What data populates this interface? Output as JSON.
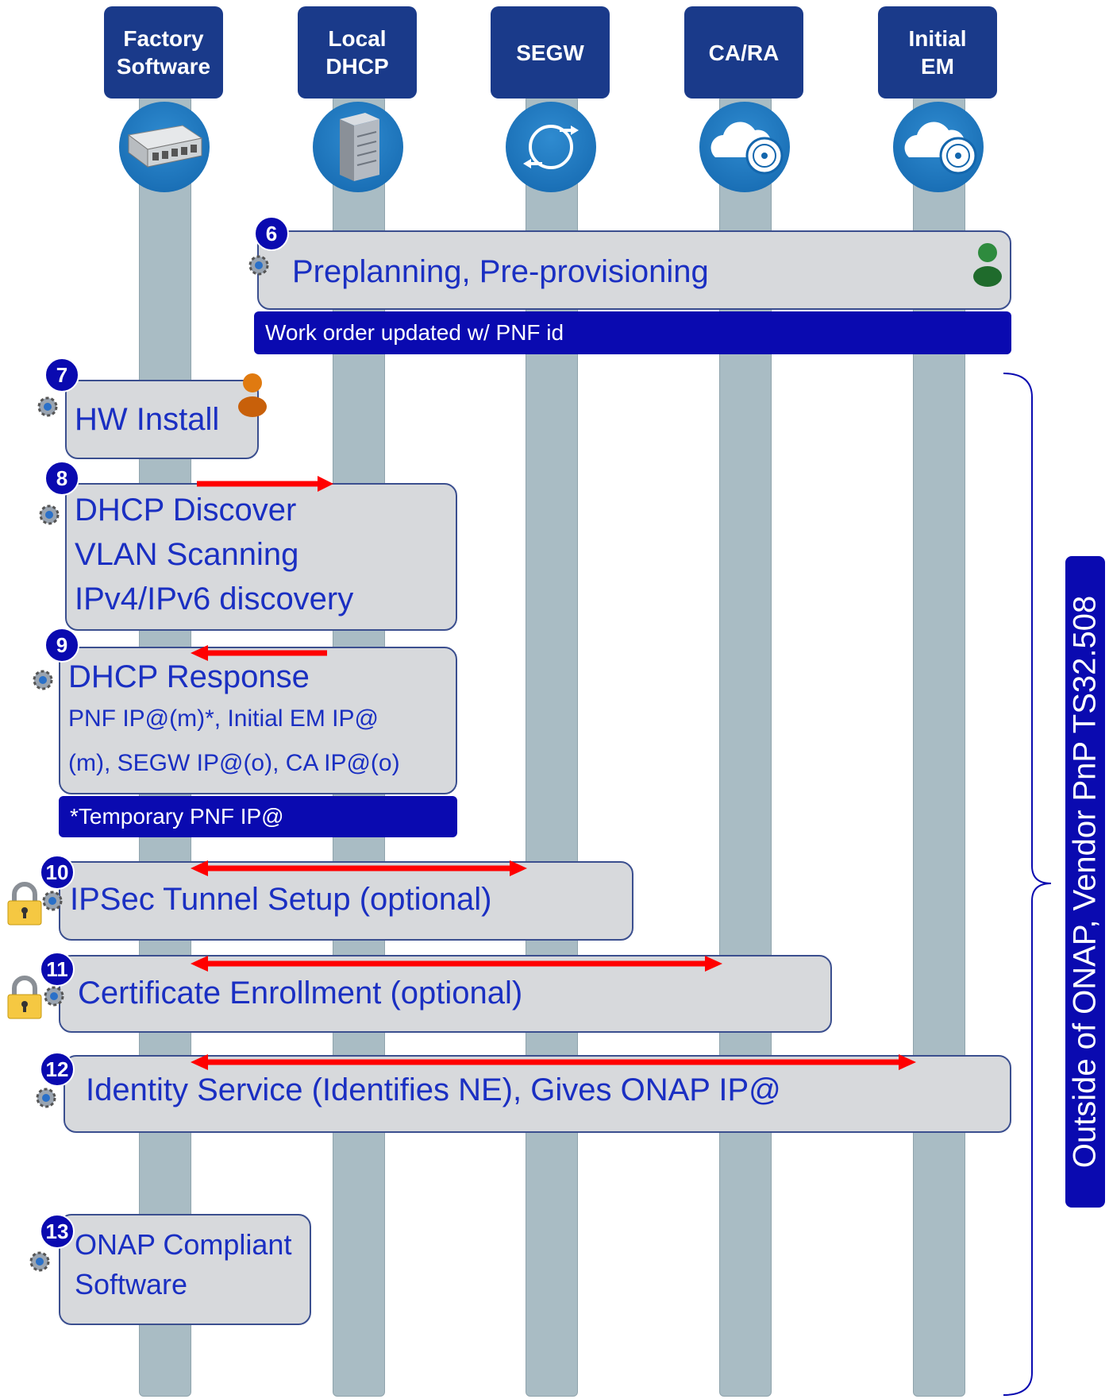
{
  "lanes": {
    "factory": "Factory\nSoftware",
    "dhcp": "Local\nDHCP",
    "segw": "SEGW",
    "cara": "CA/RA",
    "em": "Initial\nEM"
  },
  "steps": {
    "s6": {
      "num": "6",
      "title": "Preplanning, Pre-provisioning",
      "note": "Work order updated w/ PNF id"
    },
    "s7": {
      "num": "7",
      "title": "HW Install"
    },
    "s8": {
      "num": "8",
      "line1": "DHCP Discover",
      "line2": "VLAN Scanning",
      "line3": "IPv4/IPv6 discovery"
    },
    "s9": {
      "num": "9",
      "title": "DHCP Response",
      "line1": "PNF IP@(m)*, Initial EM IP@",
      "line2": "(m), SEGW IP@(o), CA IP@(o)",
      "note": "*Temporary PNF IP@"
    },
    "s10": {
      "num": "10",
      "title": "IPSec Tunnel Setup (optional)"
    },
    "s11": {
      "num": "11",
      "title": "Certificate Enrollment (optional)"
    },
    "s12": {
      "num": "12",
      "title": "Identity Service (Identifies NE), Gives ONAP IP@"
    },
    "s13": {
      "num": "13",
      "line1": "ONAP Compliant",
      "line2": "Software"
    }
  },
  "side_label": "Outside of ONAP, Vendor PnP TS32.508",
  "colors": {
    "accent": "#0a0ab0",
    "arrow": "#ff0000",
    "lane": "#a9bcc4",
    "header": "#1a3a8a"
  }
}
